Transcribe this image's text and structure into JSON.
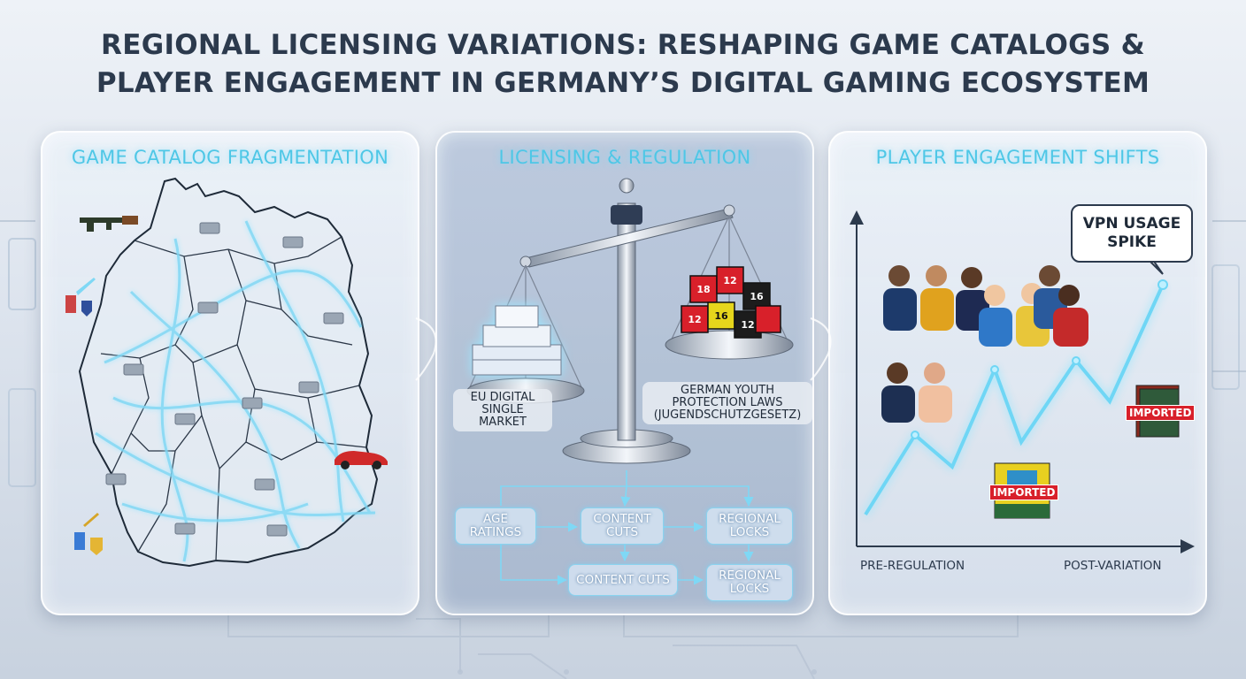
{
  "title": {
    "line1": "REGIONAL LICENSING VARIATIONS: RESHAPING GAME CATALOGS &",
    "line2": "PLAYER ENGAGEMENT IN GERMANY’S DIGITAL GAMING ECOSYSTEM"
  },
  "panels": {
    "catalog": {
      "title": "GAME CATALOG FRAGMENTATION"
    },
    "licensing": {
      "title": "LICENSING & REGULATION",
      "scale_left": "EU DIGITAL SINGLE MARKET",
      "scale_right": "GERMAN YOUTH PROTECTION LAWS (JUGENDSCHUTZGESETZ)",
      "flow": {
        "age_ratings": "AGE RATINGS",
        "content_cuts_1": "CONTENT CUTS",
        "regional_locks_1": "REGIONAL LOCKS",
        "content_cuts_2": "CONTENT CUTS",
        "regional_locks_2": "REGIONAL LOCKS"
      },
      "rating_badges": [
        "18",
        "12",
        "16",
        "12",
        "16",
        "12"
      ]
    },
    "engagement": {
      "title": "PLAYER ENGAGEMENT SHIFTS",
      "callout": "VPN USAGE SPIKE",
      "x_start": "PRE-REGULATION",
      "x_end": "POST-VARIATION",
      "tag_1": "IMPORTED",
      "tag_2": "IMPORTED"
    }
  },
  "colors": {
    "accent_cyan": "#4ec7e6",
    "title_dark": "#2c3a4d",
    "imported_red": "#d8202a"
  }
}
